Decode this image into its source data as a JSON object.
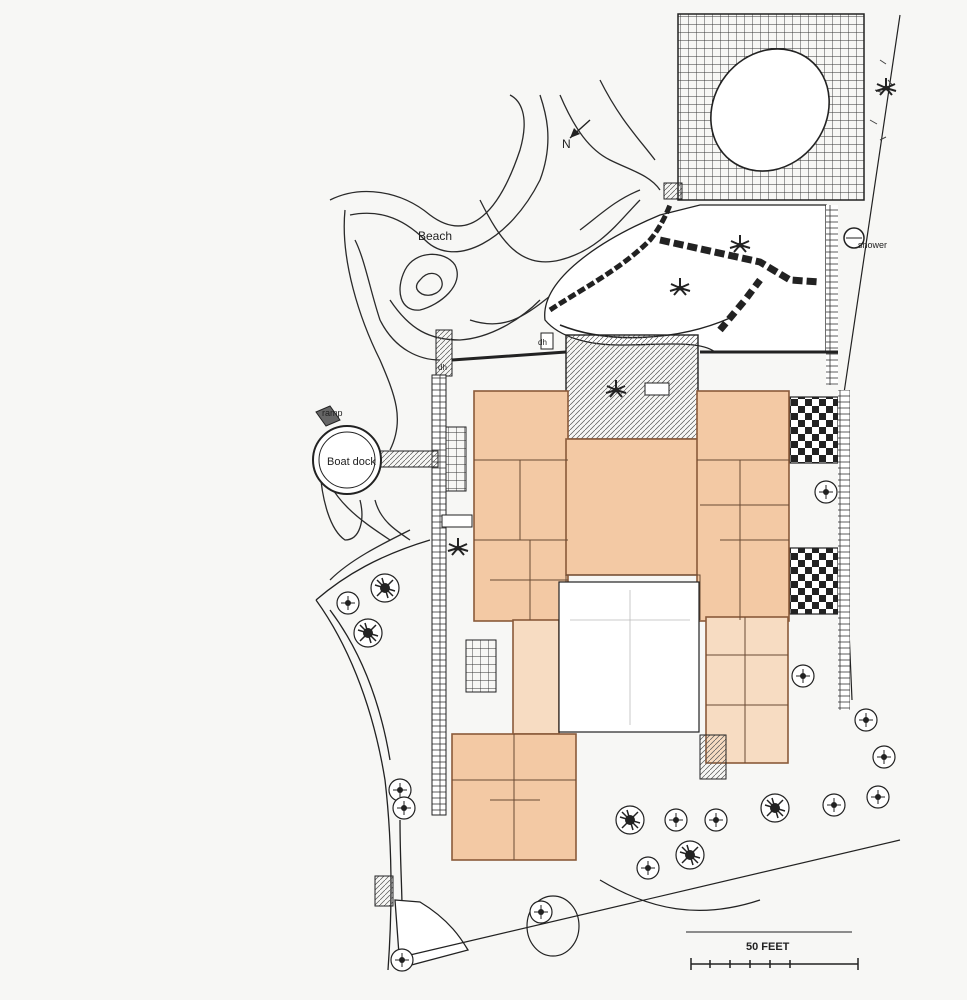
{
  "labels": {
    "beach": "Beach",
    "north": "N",
    "shower": "shower",
    "ramp": "ramp",
    "boat_dock": "Boat dock",
    "dh_upper": "dh",
    "dh_lower": "dh"
  },
  "scale_bar": {
    "label": "50 FEET"
  },
  "colors": {
    "ink": "#2a2a2a",
    "house_fill": "#f3c9a4",
    "house_light_fill": "#f7dcc2",
    "paper": "#f7f7f5"
  }
}
